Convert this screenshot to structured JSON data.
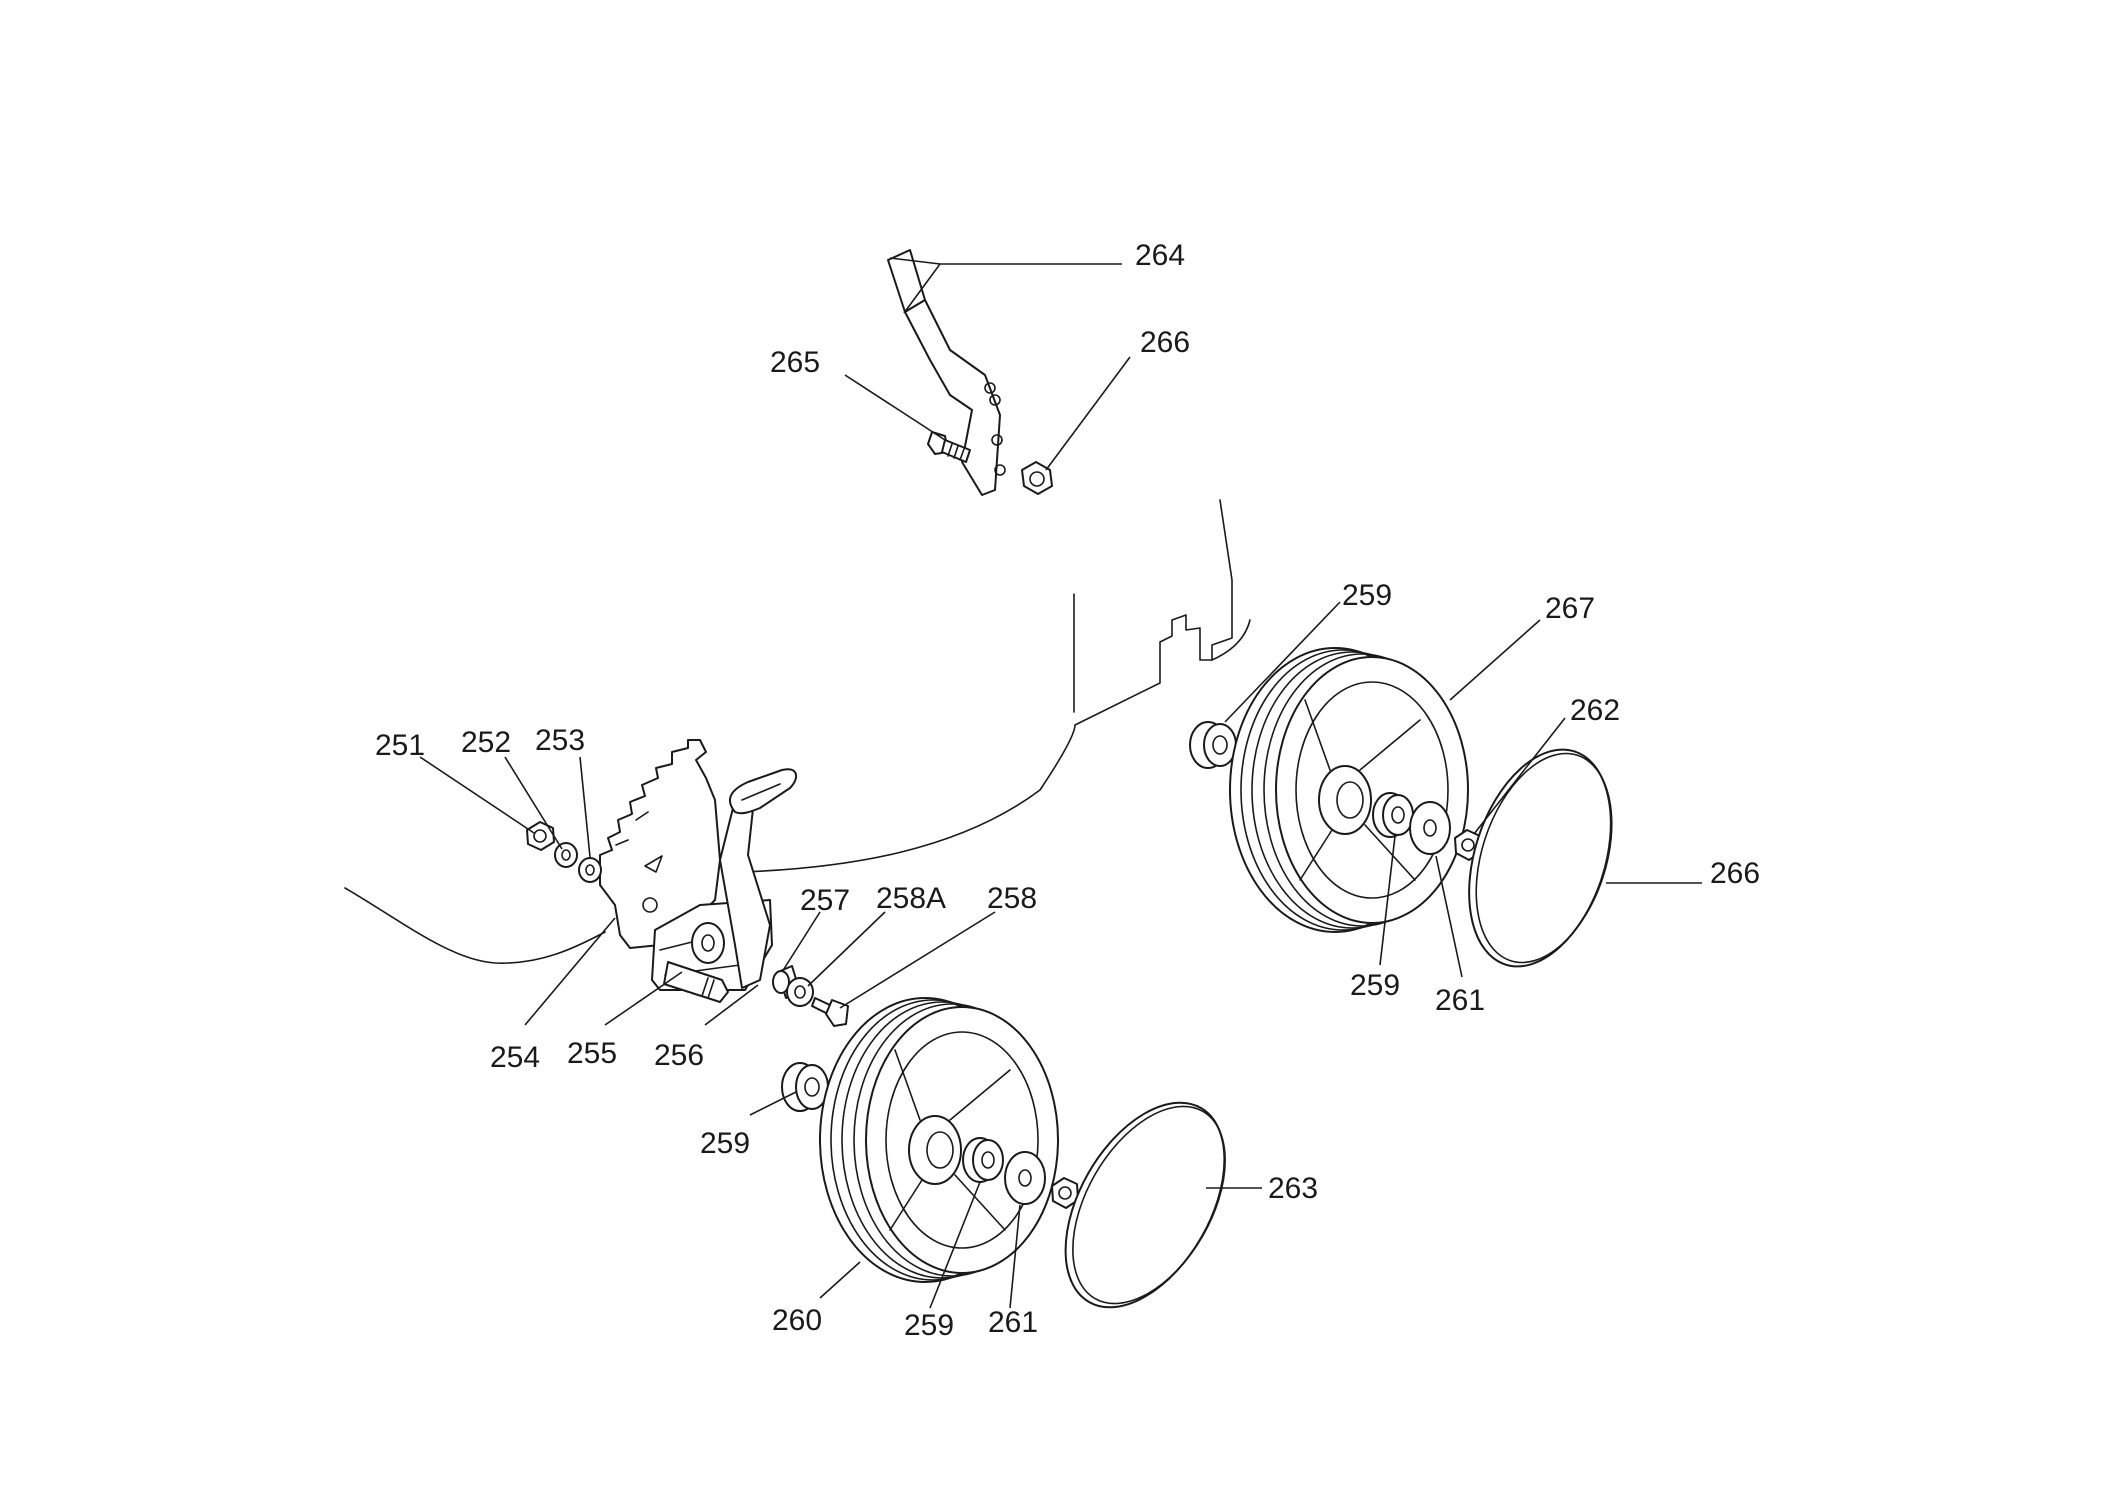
{
  "labels": {
    "p251": "251",
    "p252": "252",
    "p253": "253",
    "p254": "254",
    "p255": "255",
    "p256": "256",
    "p257": "257",
    "p258a": "258A",
    "p258": "258",
    "p259_rear_outer": "259",
    "p259_rear_inner": "259",
    "p259_front_outer": "259",
    "p259_front_inner": "259",
    "p260": "260",
    "p261_rear": "261",
    "p261_front": "261",
    "p262": "262",
    "p263": "263",
    "p264": "264",
    "p265": "265",
    "p266_top": "266",
    "p266_cap": "266",
    "p267": "267"
  }
}
